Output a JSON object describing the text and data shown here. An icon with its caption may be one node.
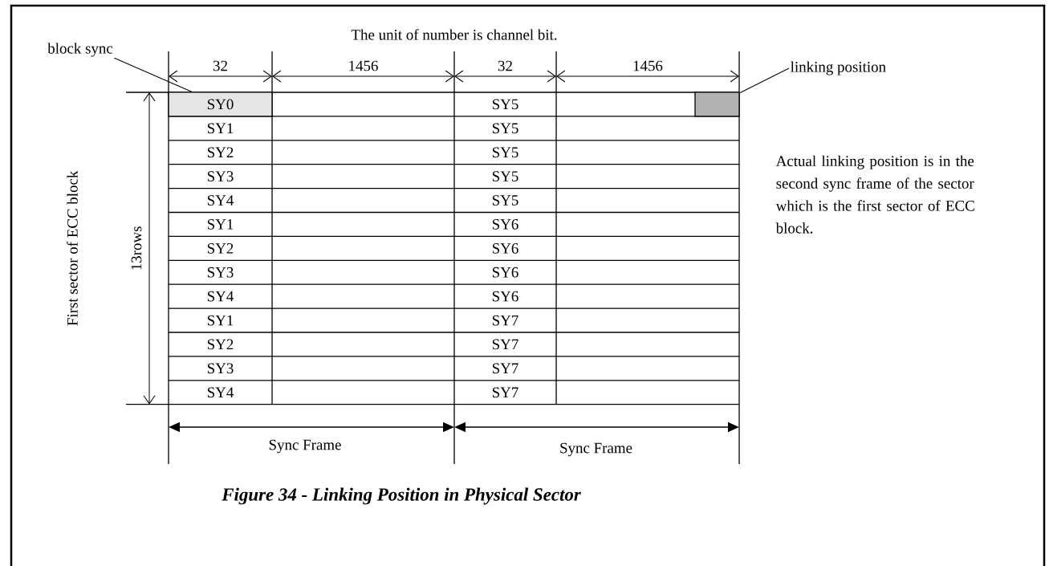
{
  "diagram": {
    "caption": "Figure 34 - Linking Position in Physical Sector",
    "nodes": [
      {
        "text": [
          "block sync"
        ]
      },
      {
        "text": [
          "SY0"
        ]
      },
      {
        "text": [
          "linking position"
        ]
      },
      {
        "text": [],
        "shape": "box"
      }
    ],
    "edges": [
      {
        "from": 0,
        "to": 1,
        "arrow": "none"
      },
      {
        "from": 2,
        "to": 3,
        "arrow": "none"
      }
    ],
    "labels": [
      "The unit of number is channel bit.",
      "32",
      "1456",
      "32",
      "1456",
      "SY5",
      "SY1",
      "SY5",
      "SY2",
      "SY5",
      "SY3",
      "SY5",
      "SY4",
      "SY5",
      "SY1",
      "SY6",
      "SY2",
      "SY6",
      "SY3",
      "SY6",
      "SY4",
      "SY6",
      "SY1",
      "SY7",
      "SY2",
      "SY7",
      "SY3",
      "SY7",
      "SY4",
      "SY7",
      "First sector of ECC block",
      "13rows",
      "Sync Frame",
      "Sync Frame",
      "Actual linking position is in the second sync frame of the sector which is the first sector of ECC block."
    ]
  }
}
